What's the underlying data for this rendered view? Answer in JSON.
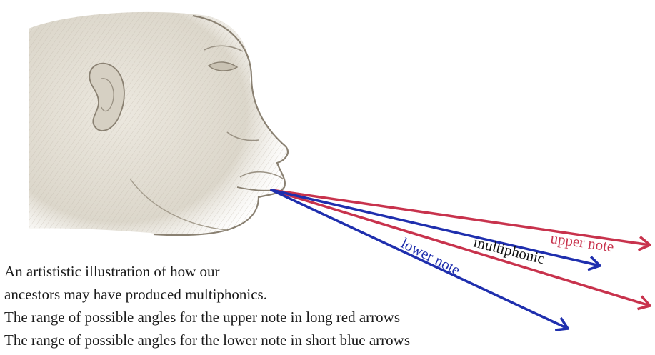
{
  "figure": {
    "image_subject": "pencil-sketch-profile-of-human-face",
    "colors": {
      "upper_note": "#c8334d",
      "lower_note": "#1f2fae",
      "sketch_stroke": "#8a8172",
      "sketch_shade": "#d9d4c8",
      "caption_text": "#1a1a1a"
    },
    "labels": {
      "upper_note": "upper note",
      "multiphonic": "multiphonic",
      "lower_note": "lower note"
    }
  },
  "caption": {
    "line1": "An artististic illustration of how our",
    "line2": "ancestors may have produced multiphonics.",
    "line3": "The range of possible angles for the upper note in long red arrows",
    "line4": "The range of possible angles for the lower note in short blue arrows"
  }
}
